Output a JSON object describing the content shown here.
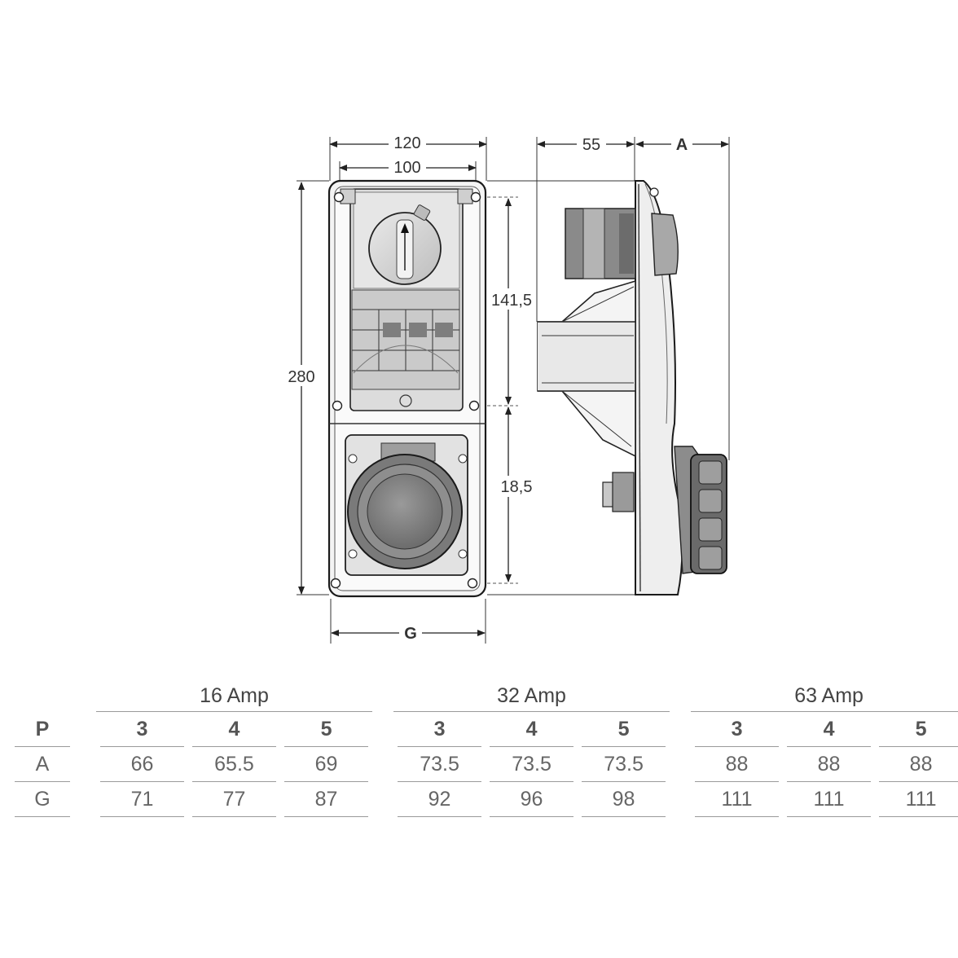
{
  "drawing": {
    "front_dims": {
      "overall_width": "120",
      "inner_width": "100",
      "height": "280",
      "upper_height": "141,5",
      "lower_height": "18,5",
      "bottom_width": "G"
    },
    "side_dims": {
      "depth": "55",
      "variable_depth": "A"
    }
  },
  "table": {
    "row_label_header": "P",
    "groups": [
      {
        "name": "16 Amp",
        "poles": [
          "3",
          "4",
          "5"
        ],
        "A": [
          "66",
          "65.5",
          "69"
        ],
        "G": [
          "71",
          "77",
          "87"
        ]
      },
      {
        "name": "32 Amp",
        "poles": [
          "3",
          "4",
          "5"
        ],
        "A": [
          "73.5",
          "73.5",
          "73.5"
        ],
        "G": [
          "92",
          "96",
          "98"
        ]
      },
      {
        "name": "63 Amp",
        "poles": [
          "3",
          "4",
          "5"
        ],
        "A": [
          "88",
          "88",
          "88"
        ],
        "G": [
          "111",
          "111",
          "111"
        ]
      }
    ],
    "rows": [
      {
        "label": "A"
      },
      {
        "label": "G"
      }
    ]
  }
}
